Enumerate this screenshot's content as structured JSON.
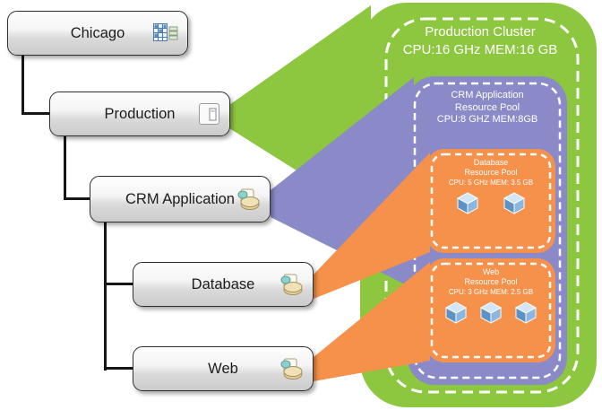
{
  "tree": {
    "nodes": [
      {
        "label": "Chicago",
        "icon": "datacenter-icon"
      },
      {
        "label": "Production",
        "icon": "host-icon"
      },
      {
        "label": "CRM Application",
        "icon": "resource-pool-icon"
      },
      {
        "label": "Database",
        "icon": "resource-pool-icon"
      },
      {
        "label": "Web",
        "icon": "resource-pool-icon"
      }
    ]
  },
  "cluster": {
    "title": "Production Cluster",
    "specs": "CPU:16 GHz MEM:16 GB",
    "color": "#8DC63F"
  },
  "pools": {
    "crm": {
      "name": "CRM Application",
      "type_label": "Resource Pool",
      "specs": "CPU:8 GHZ MEM:8GB",
      "color": "#8A8AC8"
    },
    "database": {
      "name": "Database",
      "type_label": "Resource Pool",
      "specs": "CPU: 5 GHz MEM: 3.5 GB",
      "color": "#F5914B",
      "vm_count": 2
    },
    "web": {
      "name": "Web",
      "type_label": "Resource Pool",
      "specs": "CPU: 3 GHz MEM: 2.5 GB",
      "color": "#F5914B",
      "vm_count": 3
    }
  }
}
